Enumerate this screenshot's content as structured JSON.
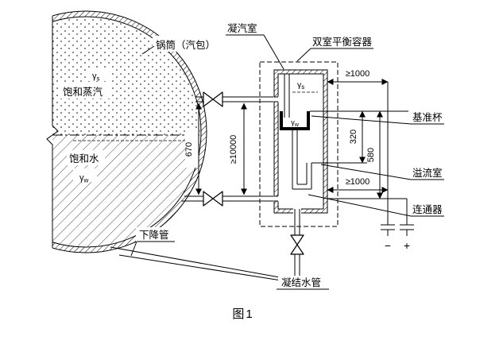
{
  "figure": {
    "caption": "图1"
  },
  "drum": {
    "label": "锅筒（汽包）",
    "steam_label": "饱和蒸汽",
    "water_label": "饱和水",
    "gamma_steam": {
      "base": "γ",
      "sub": "s"
    },
    "gamma_water": {
      "base": "γ",
      "sub": "w"
    }
  },
  "vessel": {
    "label": "双室平衡容器",
    "condenser_label": "凝汽室",
    "gamma_steam": {
      "base": "γ",
      "sub": "s"
    },
    "gamma_water": {
      "base": "γ",
      "sub": "w"
    },
    "reference_cup_label": "基准杯",
    "overflow_label": "溢流室",
    "connector_label": "连通器"
  },
  "pipes": {
    "downcomer_label": "下降管",
    "condensate_label": "凝结水管"
  },
  "dimensions": {
    "tap_spacing": "670",
    "min_length": "≥10000",
    "top_offset": "≥1000",
    "cup_to_overflow": "320",
    "total_height": "580",
    "bottom_offset": "≥1000"
  },
  "transmitter": {
    "minus": "−",
    "plus": "+"
  },
  "colors": {
    "line": "#000000",
    "background": "#ffffff"
  }
}
